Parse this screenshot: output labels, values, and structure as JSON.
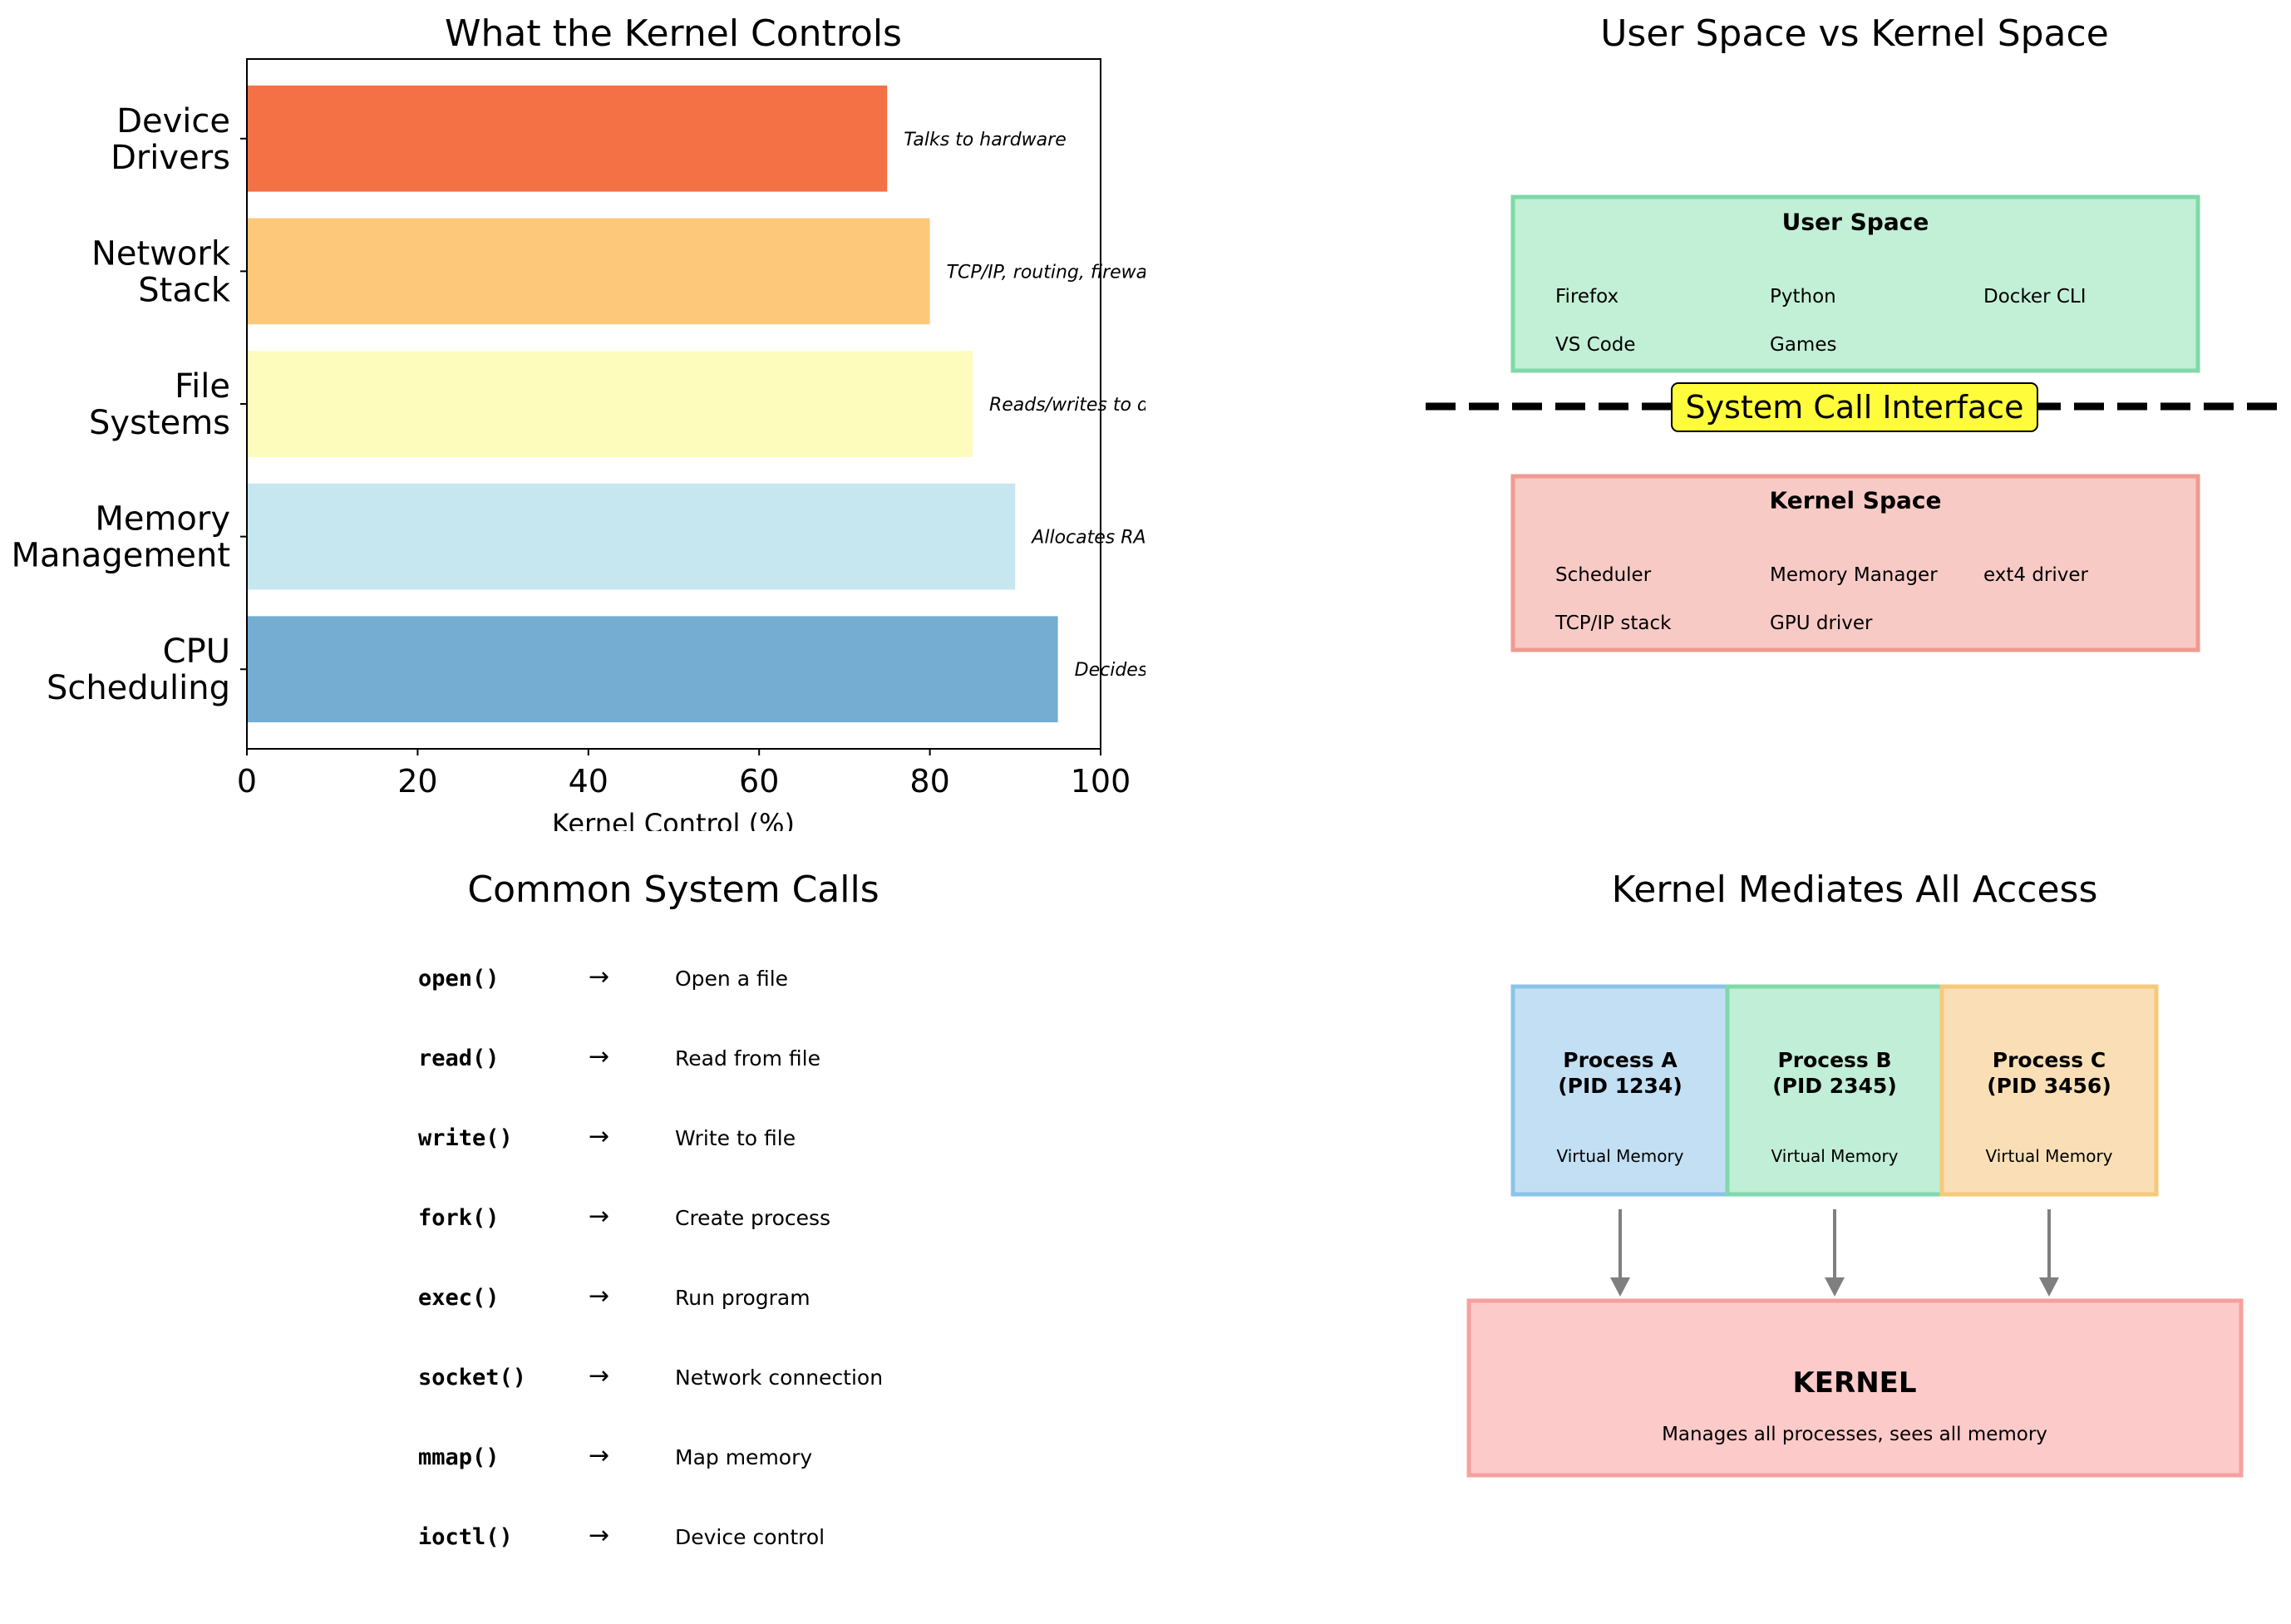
{
  "chart_data": [
    {
      "type": "bar",
      "orientation": "horizontal",
      "title": "What the Kernel Controls",
      "xlabel": "Kernel Control (%)",
      "ylabel": "",
      "xlim": [
        0,
        100
      ],
      "xticks": [
        "0",
        "20",
        "40",
        "60",
        "80",
        "100"
      ],
      "categories": [
        "CPU\nScheduling",
        "Memory\nManagement",
        "File\nSystems",
        "Network\nStack",
        "Device\nDrivers"
      ],
      "values": [
        95,
        90,
        85,
        80,
        75
      ],
      "annotations": [
        "Decides which process runs when",
        "Allocates RAM to processes",
        "Reads/writes to disk",
        "TCP/IP, routing, firewall",
        "Talks to hardware"
      ],
      "colors": [
        "#74add1",
        "#c6e6f0",
        "#fefcbc",
        "#fdc87a",
        "#f47045"
      ],
      "grid": false
    }
  ],
  "user_kernel": {
    "title": "User Space vs Kernel Space",
    "user_space": {
      "label": "User Space",
      "color": "#a1e8c0",
      "items": [
        "Firefox",
        "Python",
        "Docker CLI",
        "VS Code",
        "Games"
      ]
    },
    "interface_label": "System Call Interface",
    "interface_color": "#fffc3c",
    "kernel_space": {
      "label": "Kernel Space",
      "color": "#f4b4ac",
      "items": [
        "Scheduler",
        "Memory Manager",
        "ext4 driver",
        "TCP/IP stack",
        "GPU driver"
      ]
    }
  },
  "syscalls": {
    "title": "Common System Calls",
    "arrow": "→",
    "items": [
      {
        "name": "open()",
        "desc": "Open a file"
      },
      {
        "name": "read()",
        "desc": "Read from file"
      },
      {
        "name": "write()",
        "desc": "Write to file"
      },
      {
        "name": "fork()",
        "desc": "Create process"
      },
      {
        "name": "exec()",
        "desc": "Run program"
      },
      {
        "name": "socket()",
        "desc": "Network connection"
      },
      {
        "name": "mmap()",
        "desc": "Map memory"
      },
      {
        "name": "ioctl()",
        "desc": "Device control"
      }
    ]
  },
  "mediation": {
    "title": "Kernel Mediates All Access",
    "processes": [
      {
        "name": "Process A",
        "pid": "(PID 1234)",
        "sub": "Virtual Memory",
        "color": "#c2dff4"
      },
      {
        "name": "Process B",
        "pid": "(PID 2345)",
        "sub": "Virtual Memory",
        "color": "#c0eed6"
      },
      {
        "name": "Process C",
        "pid": "(PID 3456)",
        "sub": "Virtual Memory",
        "color": "#fadfb6"
      }
    ],
    "kernel": {
      "label": "KERNEL",
      "sub": "Manages all processes, sees all memory",
      "color": "#fdcaca"
    }
  }
}
